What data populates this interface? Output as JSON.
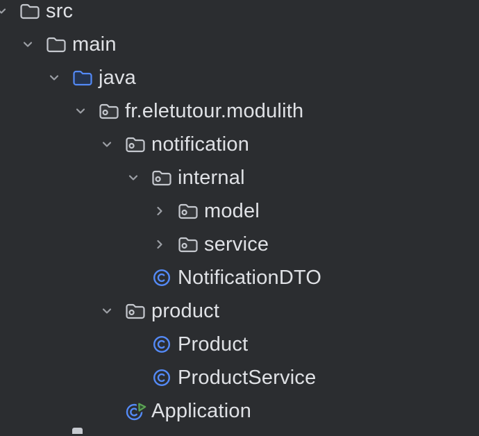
{
  "panel": {
    "kind": "ide-project-tree"
  },
  "colors": {
    "background": "#2B2D30",
    "text": "#DFE1E5",
    "chevron": "#9DA0A6",
    "folder_stroke": "#C6C9CF",
    "folder_fill": "rgba(255,255,255,0.05)",
    "source_folder_stroke": "#548AF7",
    "source_folder_fill": "#25344F",
    "class_blue": "#548AF7",
    "run_green": "#5BA453",
    "run_triangle_fill": "#2F4A33"
  },
  "tree": {
    "rows": [
      {
        "label": "src",
        "level": 0,
        "icon": "folder",
        "icon_name": "folder-icon",
        "chevron": "expanded"
      },
      {
        "label": "main",
        "level": 1,
        "icon": "folder",
        "icon_name": "folder-icon",
        "chevron": "expanded"
      },
      {
        "label": "java",
        "level": 2,
        "icon": "source-root",
        "icon_name": "source-root-folder-icon",
        "chevron": "expanded"
      },
      {
        "label": "fr.eletutour.modulith",
        "level": 3,
        "icon": "package",
        "icon_name": "package-icon",
        "chevron": "expanded"
      },
      {
        "label": "notification",
        "level": 4,
        "icon": "package",
        "icon_name": "package-icon",
        "chevron": "expanded"
      },
      {
        "label": "internal",
        "level": 5,
        "icon": "package",
        "icon_name": "package-icon",
        "chevron": "expanded"
      },
      {
        "label": "model",
        "level": 6,
        "icon": "package",
        "icon_name": "package-icon",
        "chevron": "collapsed"
      },
      {
        "label": "service",
        "level": 6,
        "icon": "package",
        "icon_name": "package-icon",
        "chevron": "collapsed"
      },
      {
        "label": "NotificationDTO",
        "level": 5,
        "icon": "class",
        "icon_name": "class-icon",
        "chevron": "none"
      },
      {
        "label": "product",
        "level": 4,
        "icon": "package",
        "icon_name": "package-icon",
        "chevron": "expanded"
      },
      {
        "label": "Product",
        "level": 5,
        "icon": "class",
        "icon_name": "class-icon",
        "chevron": "none"
      },
      {
        "label": "ProductService",
        "level": 5,
        "icon": "class",
        "icon_name": "class-icon",
        "chevron": "none"
      },
      {
        "label": "Application",
        "level": 4,
        "icon": "class-run",
        "icon_name": "run-application-icon",
        "chevron": "none"
      }
    ],
    "partial_next_row": {
      "visible": true
    }
  }
}
